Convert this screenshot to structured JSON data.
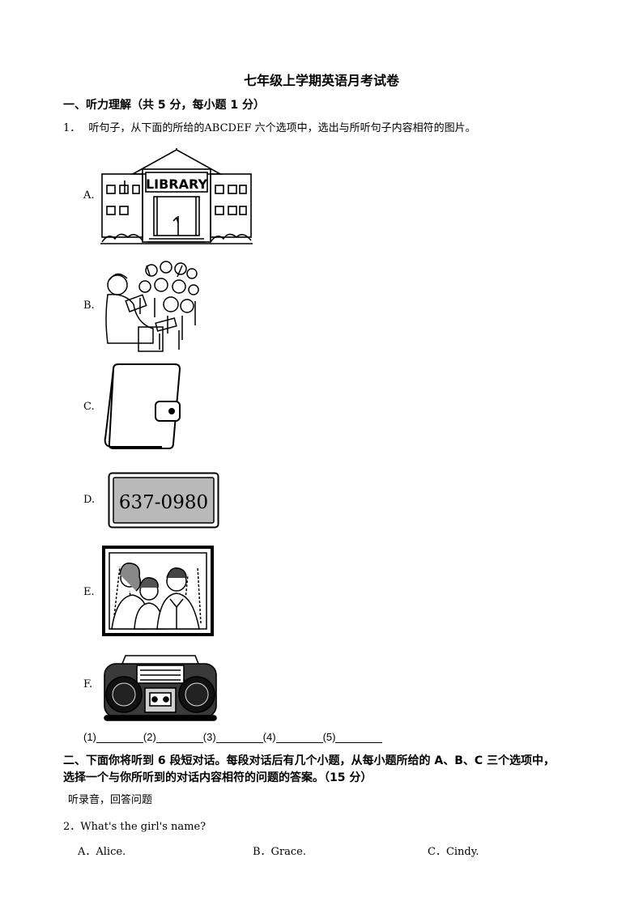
{
  "title": "七年级上学期英语月考试卷",
  "section1": {
    "heading": "一、听力理解（共 5 分，每小题 1 分）",
    "q1": {
      "number": "1．",
      "text": "听句子，从下面的所给的ABCDEF 六个选项中，选出与所听句子内容相符的图片。",
      "options": [
        {
          "letter": "A.",
          "picture": "library-building",
          "sign": "LIBRARY"
        },
        {
          "letter": "B.",
          "picture": "teacher-and-class"
        },
        {
          "letter": "C.",
          "picture": "wallet-notebook"
        },
        {
          "letter": "D.",
          "picture": "phone-number-card",
          "number": "637-0980"
        },
        {
          "letter": "E.",
          "picture": "family-photo"
        },
        {
          "letter": "F.",
          "picture": "radio-cassette-player"
        }
      ],
      "blanks": [
        "(1)",
        "(2)",
        "(3)",
        "(4)",
        "(5)"
      ]
    }
  },
  "section2": {
    "heading_line1": "二、下面你将听到 6 段短对话。每段对话后有几个小题，从每小题所给的 A、B、C 三个选项中，",
    "heading_line2": "选择一个与你所听到的对话内容相符的问题的答案。（15 分）",
    "instruction": "听录音，回答问题",
    "q2": {
      "number": "2．",
      "text": "What's the girl's name?",
      "choices": [
        "A．Alice.",
        "B．Grace.",
        "C．Cindy."
      ]
    }
  }
}
